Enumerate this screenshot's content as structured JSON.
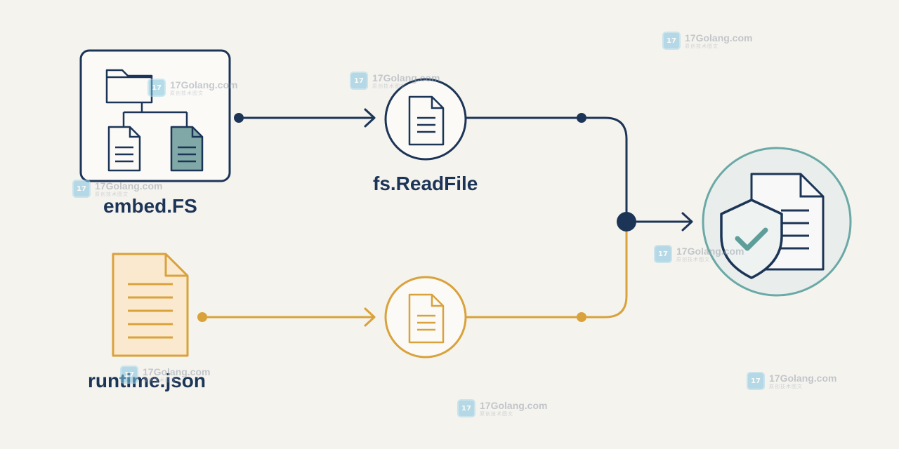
{
  "labels": {
    "embed": "embed.FS",
    "readfile": "fs.ReadFile",
    "runtime": "runtime.json"
  },
  "watermark": {
    "logo": "17",
    "text": "17Golang.com",
    "sub": "原创技术图文"
  },
  "colors": {
    "navy": "#1c3557",
    "gold": "#d9a23b",
    "teal": "#6aa9a6",
    "background": "#f5f3ee"
  },
  "icons": {
    "source_embed": "folder-tree-icon",
    "source_runtime": "document-icon",
    "readfile_node": "document-icon",
    "runtime_node": "document-icon",
    "result": "shield-check-document-icon"
  }
}
